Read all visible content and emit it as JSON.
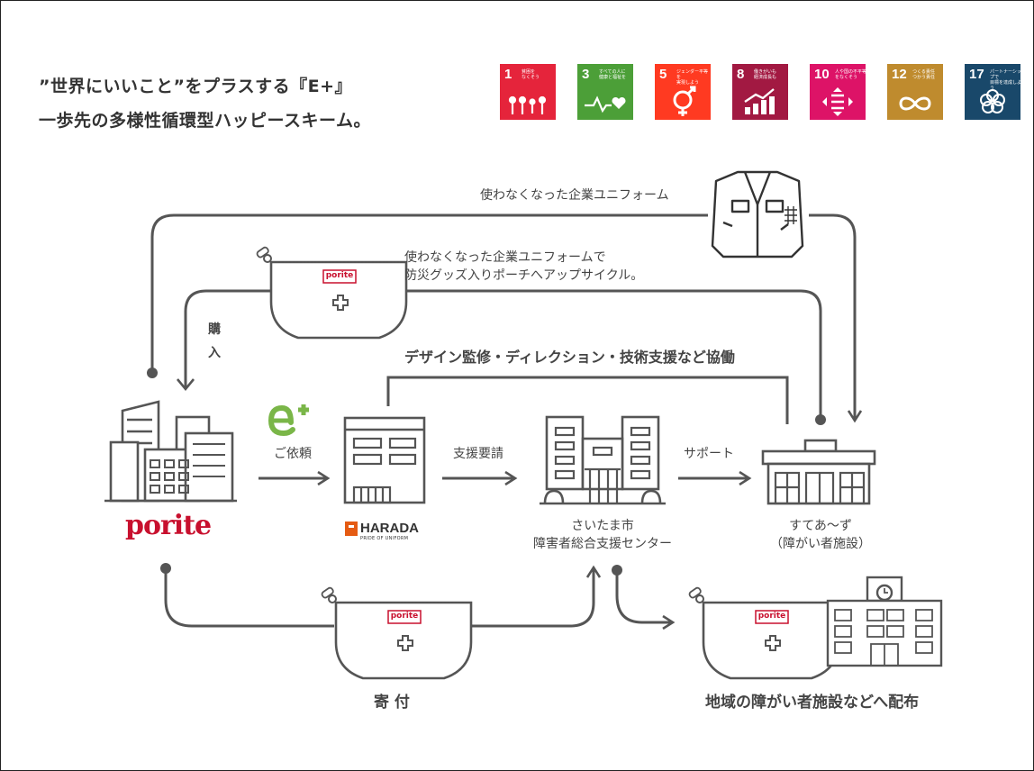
{
  "title": {
    "line1": "”世界にいいこと”をプラスする『E+』",
    "line2": "一歩先の多様性循環型ハッピースキーム。"
  },
  "sdgs": [
    {
      "num": "1",
      "text": "貧困を\nなくそう",
      "color": "#E5243B",
      "icon": "people-icon"
    },
    {
      "num": "3",
      "text": "すべての人に\n健康と福祉を",
      "color": "#4C9F38",
      "icon": "heartbeat-icon"
    },
    {
      "num": "5",
      "text": "ジェンダー平等を\n実現しよう",
      "color": "#FF3A21",
      "icon": "gender-icon"
    },
    {
      "num": "8",
      "text": "働きがいも\n経済成長も",
      "color": "#A21942",
      "icon": "growth-chart-icon"
    },
    {
      "num": "10",
      "text": "人や国の不平等\nをなくそう",
      "color": "#DD1367",
      "icon": "equality-icon"
    },
    {
      "num": "12",
      "text": "つくる責任\nつかう責任",
      "color": "#BF8B2E",
      "icon": "infinity-icon"
    },
    {
      "num": "17",
      "text": "パートナーシップで\n目標を達成しよう",
      "color": "#19486A",
      "icon": "partnership-icon"
    }
  ],
  "labels": {
    "uniform_top": "使わなくなった企業ユニフォーム",
    "upcycle_line1": "使わなくなった企業ユニフォームで",
    "upcycle_line2": "防災グッズ入りポーチへアップサイクル。",
    "purchase": "購入",
    "collab": "デザイン監修・ディレクション・技術支援など協働",
    "request": "ご依頼",
    "support_request": "支援要請",
    "support": "サポート",
    "center_line1": "さいたま市",
    "center_line2": "障害者総合支援センター",
    "facility_line1": "すてあ～ず",
    "facility_line2": "（障がい者施設）",
    "donation": "寄 付",
    "distribute": "地域の障がい者施設などへ配布"
  },
  "brands": {
    "porite": "porite",
    "pouch_tag": "porite",
    "harada": "HARADA",
    "harada_sub": "PRIDE OF UNIFORM"
  },
  "colors": {
    "line": "#555555",
    "porite_red": "#C8102E",
    "eplus_green": "#7AB648",
    "harada_orange": "#E55B13"
  }
}
